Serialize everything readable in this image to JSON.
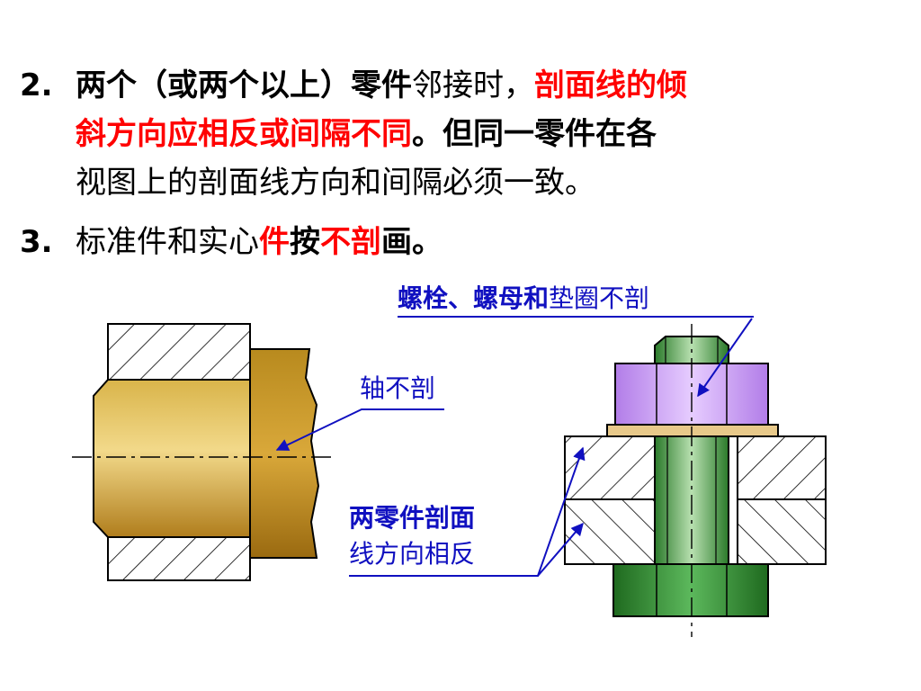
{
  "rule2": {
    "number": "2.",
    "line1": {
      "a": "两个（或两个以上）零件",
      "b": "邻接时，",
      "c": "剖面线的倾"
    },
    "line2": {
      "a": "斜方向应相反或间隔不同",
      "b": "。但同一零件在各"
    },
    "line3": "视图上的剖面线方向和间隔必须一致。"
  },
  "rule3": {
    "number": "3.",
    "a": "标准件和实心",
    "b": "件",
    "c": "按",
    "d": "不剖",
    "e": "画。"
  },
  "labels": {
    "shaft": "轴不剖",
    "bolt_nut": {
      "a": "螺栓、螺母和",
      "b": "垫圈不剖"
    },
    "parts_line1": "两零件剖面",
    "parts_line2": "线方向相反"
  },
  "colors": {
    "red_text": "#ff0000",
    "label_blue": "#1010c0",
    "shaft_gold": "#c89a2a",
    "nut_purple": "#c89bf0",
    "bolt_green": "#2f8a2f",
    "washer_tan": "#e8c98a",
    "hatch_bg": "#ffffff"
  }
}
